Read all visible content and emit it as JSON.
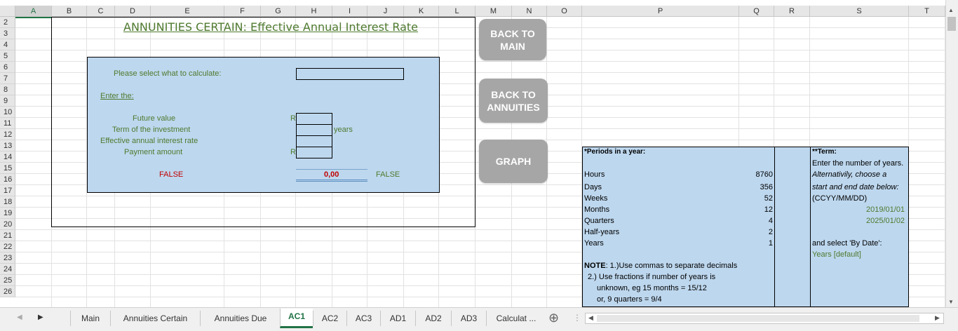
{
  "columns": [
    {
      "letter": "A"
    },
    {
      "letter": "B"
    },
    {
      "letter": "C"
    },
    {
      "letter": "D"
    },
    {
      "letter": "E"
    },
    {
      "letter": "F"
    },
    {
      "letter": "G"
    },
    {
      "letter": "H"
    },
    {
      "letter": "I"
    },
    {
      "letter": "J"
    },
    {
      "letter": "K"
    },
    {
      "letter": "L"
    },
    {
      "letter": "M"
    },
    {
      "letter": "N"
    },
    {
      "letter": "O"
    },
    {
      "letter": "P"
    },
    {
      "letter": "Q"
    },
    {
      "letter": "R"
    },
    {
      "letter": "S"
    },
    {
      "letter": "T"
    }
  ],
  "rows": [
    "2",
    "3",
    "4",
    "5",
    "6",
    "7",
    "8",
    "9",
    "10",
    "11",
    "12",
    "13",
    "14",
    "15",
    "16",
    "17",
    "18",
    "19",
    "20",
    "21",
    "22",
    "23",
    "24",
    "25",
    "26"
  ],
  "sheet": {
    "title": "ANNUNITIES CERTAIN: Effective Annual Interest Rate",
    "select_prompt": "Please select what to calculate:",
    "enter_the": "Enter the:",
    "future_value": "Future value",
    "term": "Term of the investment",
    "rate": "Effective annual interest rate",
    "payment": "Payment amount",
    "currency_r1": "R",
    "currency_r2": "R",
    "years_unit": "years",
    "false_left": "FALSE",
    "result": "0,00",
    "false_right": "FALSE"
  },
  "buttons": {
    "back_main": "BACK TO MAIN",
    "back_annuities": "BACK TO ANNUITIES",
    "graph": "GRAPH"
  },
  "periods": {
    "header": "*Periods in a year:",
    "items": [
      {
        "label": "Hours",
        "value": "8760"
      },
      {
        "label": "Days",
        "value": "356"
      },
      {
        "label": "Weeks",
        "value": "52"
      },
      {
        "label": "Months",
        "value": "12"
      },
      {
        "label": "Quarters",
        "value": "4"
      },
      {
        "label": "Half-years",
        "value": "2"
      },
      {
        "label": "Years",
        "value": "1"
      }
    ],
    "note_bold": "NOTE",
    "note_line1": ": 1.)Use commas to separate decimals",
    "note_line2": "2.) Use fractions if number of years is",
    "note_line3": "unknown, eg 15 months = 15/12",
    "note_line4": "or, 9 quarters = 9/4"
  },
  "term_note": {
    "header": "**Term:",
    "line1": "Enter the number of years.",
    "line2": "Alternativily, choose a",
    "line3": "start and end date below:",
    "line4": "(CCYY/MM/DD)",
    "date1": "2019/01/01",
    "date2": "2025/01/02",
    "line5": "and select 'By Date':",
    "line6": "Years [default]"
  },
  "tabs": {
    "items": [
      {
        "label": "Main"
      },
      {
        "label": "Annuities Certain"
      },
      {
        "label": "Annuities Due"
      },
      {
        "label": "AC1"
      },
      {
        "label": "AC2"
      },
      {
        "label": "AC3"
      },
      {
        "label": "AD1"
      },
      {
        "label": "AD2"
      },
      {
        "label": "AD3"
      },
      {
        "label": "Calculat ..."
      }
    ],
    "add_sheet": "⊕",
    "more": "⋮"
  },
  "colors": {
    "panel": "#bdd7ee",
    "button": "#a6a6a6",
    "green_text": "#4e7a2e",
    "red_text": "#c00000",
    "accent": "#217346"
  }
}
